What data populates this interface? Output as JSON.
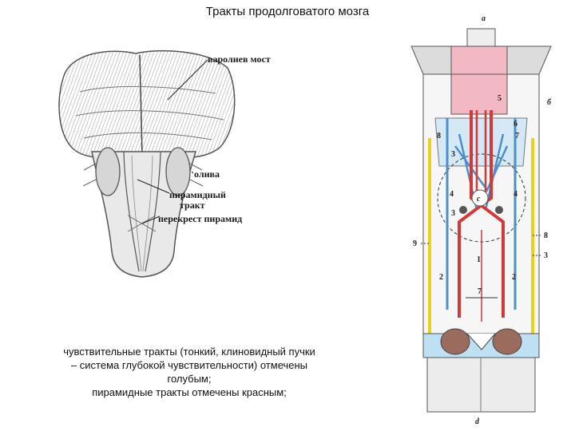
{
  "title": "Тракты продолговатого мозга",
  "left_figure": {
    "labels": {
      "pons": "варолиев мост",
      "olive": "олива",
      "pyramidal_tract_line1": "пирамидный",
      "pyramidal_tract_line2": "тракт",
      "pyramidal_decussation": "перекрест пирамид"
    }
  },
  "right_figure": {
    "letters": {
      "top": "a",
      "side": "б",
      "bottom": "d",
      "center": "c"
    },
    "numbers": {
      "n1": "1",
      "n2": "2",
      "n3": "3",
      "n4": "4",
      "n5": "5",
      "n6": "6",
      "n7": "7",
      "n8": "8",
      "n9": "9"
    }
  },
  "caption": {
    "line1": "чувствительные тракты (тонкий, клиновидный пучки",
    "line2": "– система глубокой чувствительности) отмечены",
    "line3": "голубым;",
    "line4": "пирамидные тракты отмечены красным;"
  },
  "colors": {
    "sensory_tracts": "#4a8fd0",
    "pyramidal_tracts": "#d23a3a",
    "spinocerebellar": "#e8d21a",
    "tissue_pink": "#f2b9c4"
  }
}
